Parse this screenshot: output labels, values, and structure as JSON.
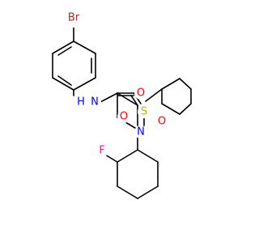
{
  "molecule": {
    "atoms": {
      "br": {
        "label": "Br",
        "color": "#a52a2a"
      },
      "nh": {
        "label": "N",
        "color": "#0000ff"
      },
      "h": {
        "label": "H",
        "color": "#0000ff"
      },
      "o_carbonyl": {
        "label": "O",
        "color": "#ff0000"
      },
      "n_sulfonamide": {
        "label": "N",
        "color": "#0000ff"
      },
      "s": {
        "label": "S",
        "color": "#b5b500"
      },
      "o_sulfonyl_1": {
        "label": "O",
        "color": "#ff0000"
      },
      "o_sulfonyl_2": {
        "label": "O",
        "color": "#ff0000"
      },
      "f": {
        "label": "F",
        "color": "#ff1493"
      }
    }
  }
}
